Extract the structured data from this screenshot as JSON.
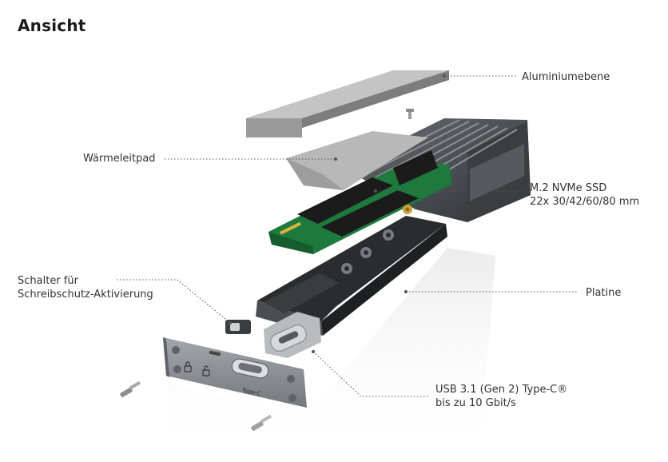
{
  "title": "Ansicht",
  "labels": {
    "aluminiumebene": "Aluminiumebene",
    "waermeleitpad": "Wärmeleitpad",
    "ssd_line1": "M.2 NVMe SSD",
    "ssd_line2": "22x  30/42/60/80 mm",
    "schalter_line1": "Schalter für",
    "schalter_line2": "Schreibschutz-Aktivierung",
    "platine": "Platine",
    "usb_line1": "USB 3.1 (Gen 2) Type-C®",
    "usb_line2": "bis zu 10 Gbit/s"
  },
  "panel_text": {
    "port_label": "Type-C"
  },
  "colors": {
    "aluminium": "#a6a6a6",
    "enclosure": "#4a4e52",
    "pcb_green": "#1e7a3c",
    "chip_black": "#1b1b1b",
    "panel": "#8e9296"
  }
}
